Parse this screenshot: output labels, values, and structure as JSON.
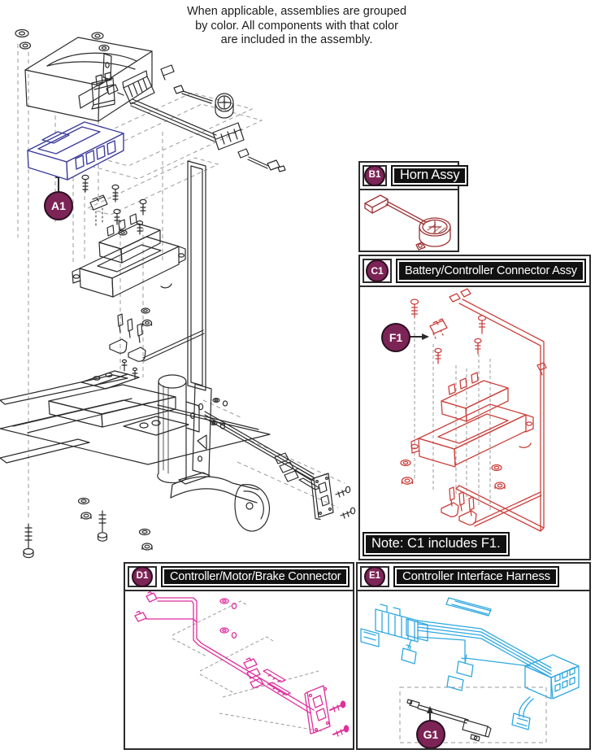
{
  "header_note": {
    "line1": "When applicable, assemblies are grouped",
    "line2": "by color. All components with that color",
    "line3": "are included in the assembly."
  },
  "callouts": {
    "a1": "A1",
    "f1": "F1",
    "g1": "G1"
  },
  "panels": {
    "horn": {
      "badge": "B1",
      "title": "Horn Assy"
    },
    "battery_connector": {
      "badge": "C1",
      "title": "Battery/Controller Connector Assy",
      "note": "Note: C1 includes F1."
    },
    "motor_connector": {
      "badge": "D1",
      "title": "Controller/Motor/Brake Connector"
    },
    "interface_harness": {
      "badge": "E1",
      "title": "Controller Interface Harness"
    }
  },
  "colors": {
    "callout_badge": "#7d2456",
    "controller_blue": "#3d3d9e",
    "horn_red": "#9c3032",
    "connector_red": "#cc403c",
    "motor_magenta": "#df2f9b",
    "harness_blue": "#2fa8e1",
    "line_black": "#2b2b2b",
    "label_background": "#111111"
  }
}
